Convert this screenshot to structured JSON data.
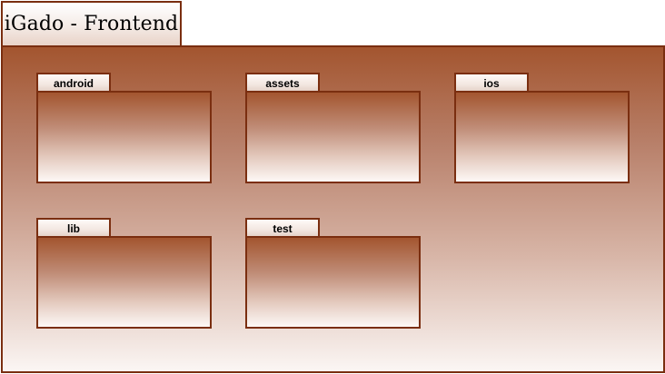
{
  "diagram": {
    "title": "iGado - Frontend",
    "packages": [
      {
        "label": "android"
      },
      {
        "label": "assets"
      },
      {
        "label": "ios"
      },
      {
        "label": "lib"
      },
      {
        "label": "test"
      }
    ]
  }
}
